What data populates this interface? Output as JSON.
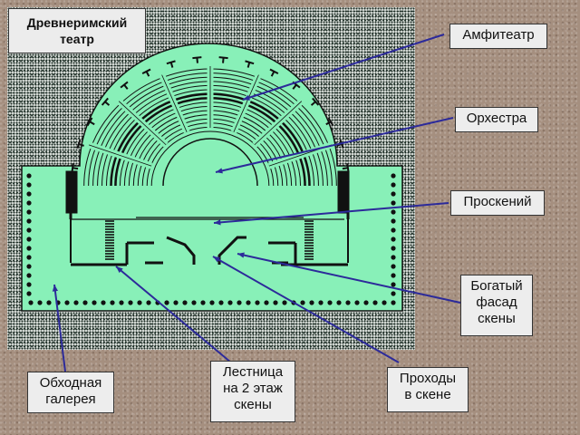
{
  "title": [
    "Древнеримский",
    "театр"
  ],
  "colors": {
    "plan_fill": "#88f0b8",
    "plan_stroke": "#111111",
    "pointer": "#2c2a9a",
    "label_bg": "#ededed"
  },
  "labels": {
    "amphitheater": [
      "Амфитеатр"
    ],
    "orchestra": [
      "Орхестра"
    ],
    "proscenium": [
      "Проскений"
    ],
    "facade": [
      "Богатый",
      "фасад",
      "скены"
    ],
    "stairs": [
      "Лестница",
      "на 2 этаж",
      "скены"
    ],
    "passages": [
      "Проходы",
      "в скене"
    ],
    "gallery": [
      "Обходная",
      "галерея"
    ]
  }
}
